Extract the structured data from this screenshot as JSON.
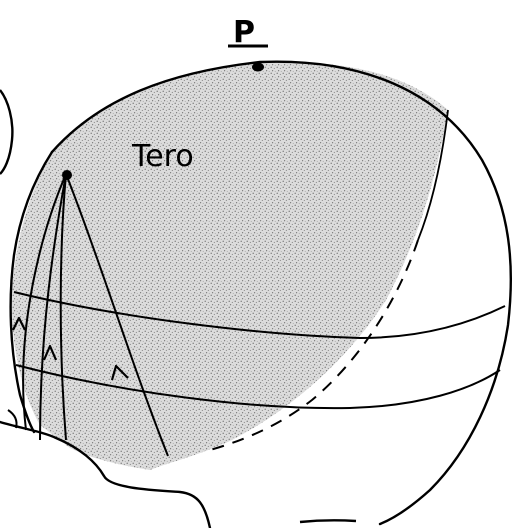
{
  "diagram": {
    "pole_label": "P",
    "region_label": "Tero",
    "colors": {
      "ink": "#000000",
      "shade": "#d9d9d9",
      "shade_dot": "#6e6e6e",
      "paper": "#ffffff"
    },
    "icons": {
      "pole_marker": "dot",
      "source_marker": "dot",
      "flow_arrows": "chevron-up"
    },
    "flow_line_count": 4,
    "arrow_count": 3
  }
}
